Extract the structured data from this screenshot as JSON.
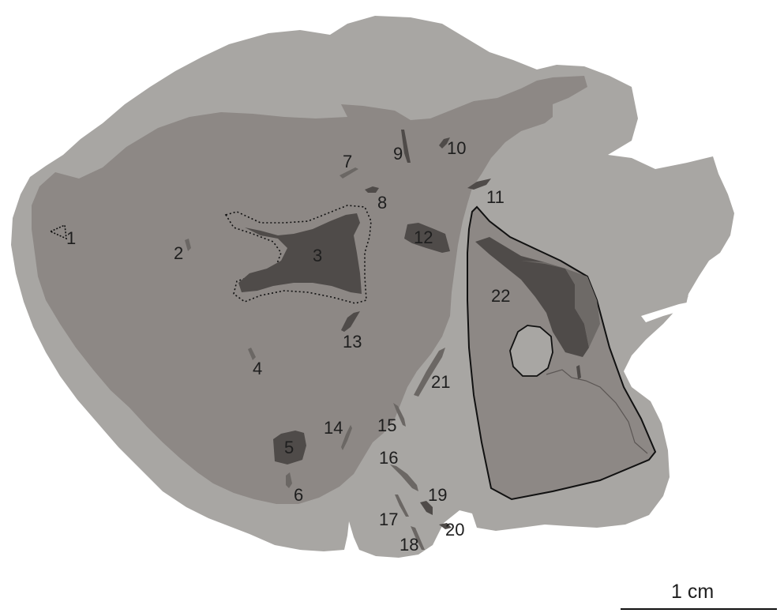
{
  "colors": {
    "outer": "#a8a6a3",
    "middle": "#8d8885",
    "inclusion": "#6b6764",
    "dark": "#4f4b49",
    "inset": "#6e6a67",
    "outline": "#111111"
  },
  "labels": {
    "l1": "1",
    "l2": "2",
    "l3": "3",
    "l4": "4",
    "l5": "5",
    "l6": "6",
    "l7": "7",
    "l8": "8",
    "l9": "9",
    "l10": "10",
    "l11": "11",
    "l12": "12",
    "l13": "13",
    "l14": "14",
    "l15": "15",
    "l16": "16",
    "l17": "17",
    "l18": "18",
    "l19": "19",
    "l20": "20",
    "l21": "21",
    "l22": "22"
  },
  "scale_bar": {
    "label": "1 cm"
  }
}
